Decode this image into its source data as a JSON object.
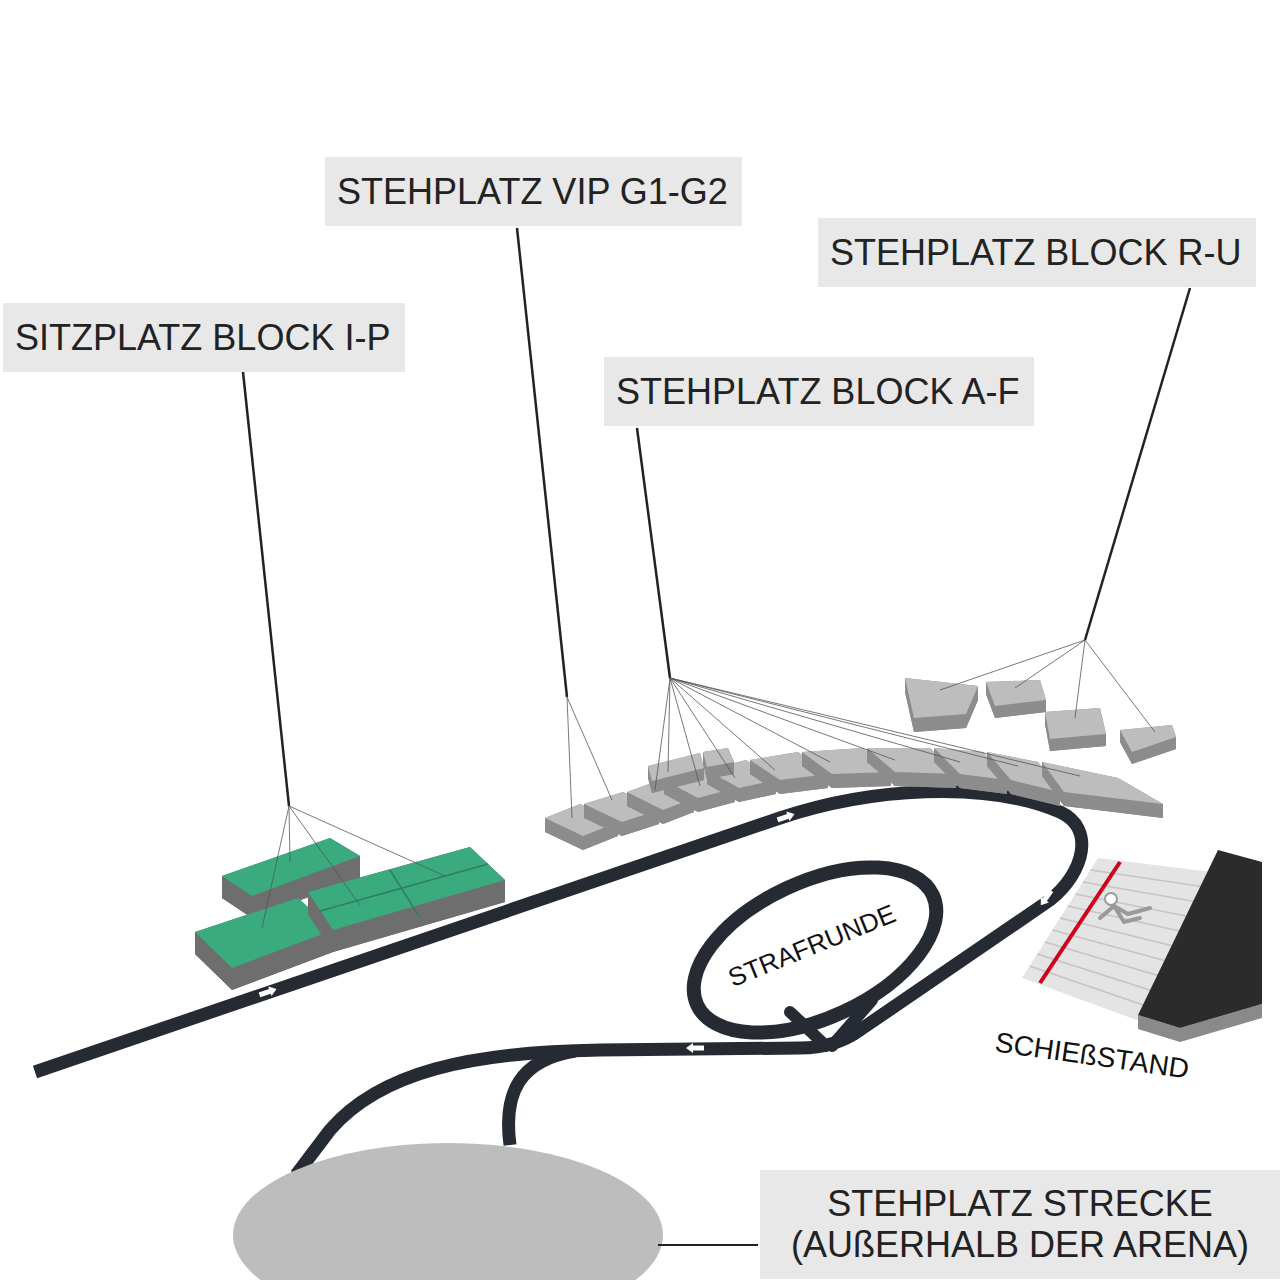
{
  "diagram": {
    "nodes": [
      {
        "text": [
          "STEHPLATZ VIP G1-G2"
        ]
      },
      {
        "text": [
          "STEHPLATZ BLOCK R-U"
        ]
      },
      {
        "text": [
          "SITZPLATZ BLOCK I-P"
        ]
      },
      {
        "text": [
          "STEHPLATZ BLOCK A-F"
        ]
      },
      {
        "text": [
          "STEHPLATZ STRECKE (AUßERHALB DER ARENA)"
        ]
      }
    ],
    "labels": [
      "STRAFRUNDE",
      "SCHIEßSTAND"
    ]
  }
}
